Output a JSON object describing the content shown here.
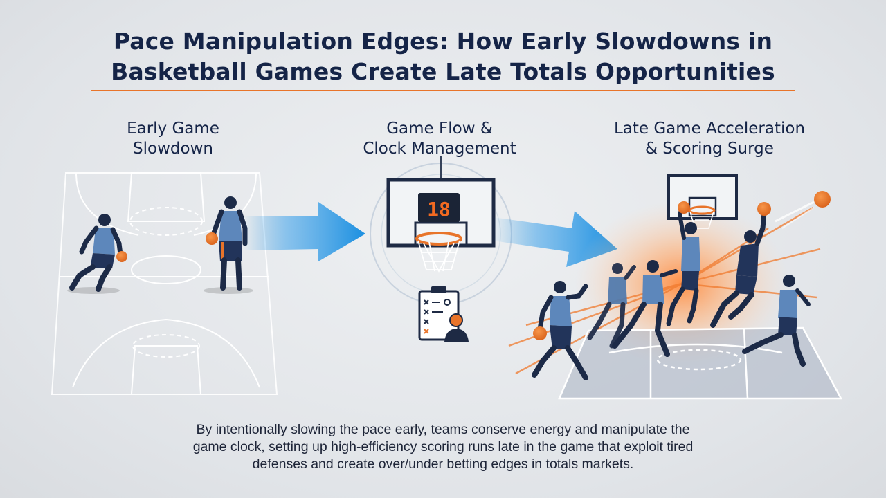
{
  "title": {
    "line1": "Pace Manipulation Edges: How Early Slowdowns in",
    "line2": "Basketball Games Create Late Totals Opportunities"
  },
  "stages": [
    {
      "line1": "Early Game",
      "line2": "Slowdown"
    },
    {
      "line1": "Game Flow &",
      "line2": "Clock Management"
    },
    {
      "line1": "Late Game Acceleration",
      "line2": "& Scoring Surge"
    }
  ],
  "shot_clock": "18",
  "caption": {
    "line1": "By intentionally slowing the pace early, teams conserve energy and manipulate the",
    "line2": "game clock, setting up high-efficiency scoring runs late in the game that exploit tired",
    "line3": "defenses and create over/under betting edges in totals markets."
  },
  "colors": {
    "navy": "#152447",
    "accent_orange": "#e8742a",
    "arrow_blue": "#1b8fe0",
    "jersey_blue": "#4f79ad"
  },
  "icons": [
    "court-icon",
    "player-icon",
    "basketball-icon",
    "flow-arrow-icon",
    "backboard-icon",
    "shot-clock-icon",
    "clipboard-icon",
    "coach-icon"
  ]
}
